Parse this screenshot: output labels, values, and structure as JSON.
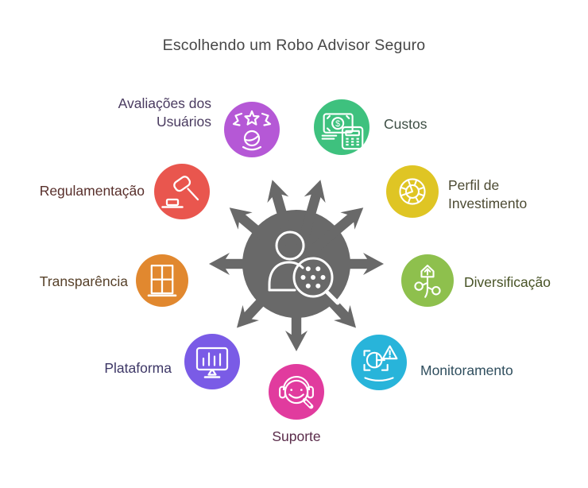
{
  "title": {
    "text": "Escolhendo um Robo Advisor Seguro",
    "color": "#474747"
  },
  "hub": {
    "color": "#696969",
    "icon": "person-search-icon",
    "arrow_count": 9
  },
  "items": [
    {
      "id": "avaliacoes",
      "label": "Avaliações dos Usuários",
      "icon": "user-rating-stars-icon",
      "circle_color": "#b558d6",
      "label_color": "#4a3b60"
    },
    {
      "id": "custos",
      "label": "Custos",
      "icon": "money-calculator-icon",
      "circle_color": "#3ec17e",
      "label_color": "#3e4f45"
    },
    {
      "id": "perfil",
      "label": "Perfil de Investimento",
      "icon": "pie-wheel-icon",
      "circle_color": "#dfc524",
      "label_color": "#4d4b33"
    },
    {
      "id": "diversificacao",
      "label": "Diversificação",
      "icon": "branching-plant-icon",
      "circle_color": "#8ec04d",
      "label_color": "#485326"
    },
    {
      "id": "monitoramento",
      "label": "Monitoramento",
      "icon": "chart-alert-icon",
      "circle_color": "#28b4da",
      "label_color": "#2f4e5e"
    },
    {
      "id": "suporte",
      "label": "Suporte",
      "icon": "support-headset-icon",
      "circle_color": "#e13b9e",
      "label_color": "#5a2b4a"
    },
    {
      "id": "plataforma",
      "label": "Plataforma",
      "icon": "monitor-bars-icon",
      "circle_color": "#7a5be6",
      "label_color": "#3d3766"
    },
    {
      "id": "transparencia",
      "label": "Transparência",
      "icon": "window-icon",
      "circle_color": "#e1882f",
      "label_color": "#57412a"
    },
    {
      "id": "regulamentacao",
      "label": "Regulamentação",
      "icon": "gavel-icon",
      "circle_color": "#e9564e",
      "label_color": "#582f2b"
    }
  ]
}
